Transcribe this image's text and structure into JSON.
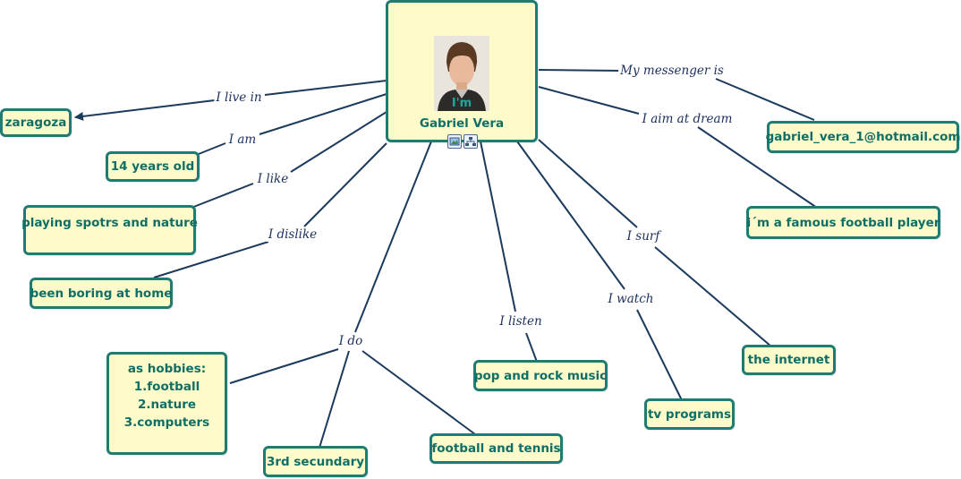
{
  "center": {
    "intro": "I'm",
    "name": "Gabriel Vera"
  },
  "nodes": {
    "zaragoza": "zaragoza",
    "age": "14 years old",
    "like": "playing spotrs and nature",
    "dislike": "been boring at home",
    "hobbies": [
      "as hobbies:",
      "1.football",
      "2.nature",
      "3.computers"
    ],
    "grade": "3rd secundary",
    "sports": "football and tennis",
    "music": "pop and rock music",
    "tv": "tv programs",
    "internet": "the internet",
    "dream": "i´m a famous football player",
    "messenger": "gabriel_vera_1@hotmail.com"
  },
  "links": {
    "live_in": "I live in",
    "am": "I am",
    "like": "I like",
    "dislike": "I dislike",
    "do": "I do",
    "listen": "I listen",
    "watch": "I watch",
    "surf": "I surf",
    "aim": "I aim at dream",
    "messenger": "My messenger is"
  },
  "colors": {
    "node_fill": "#fdfbc9",
    "node_border": "#1f7c73",
    "node_text": "#0f6e66",
    "link_line": "#1b3a5c",
    "link_text": "#1b2f5c"
  },
  "icons": [
    "person-photo-icon",
    "image-icon",
    "concept-map-icon"
  ]
}
